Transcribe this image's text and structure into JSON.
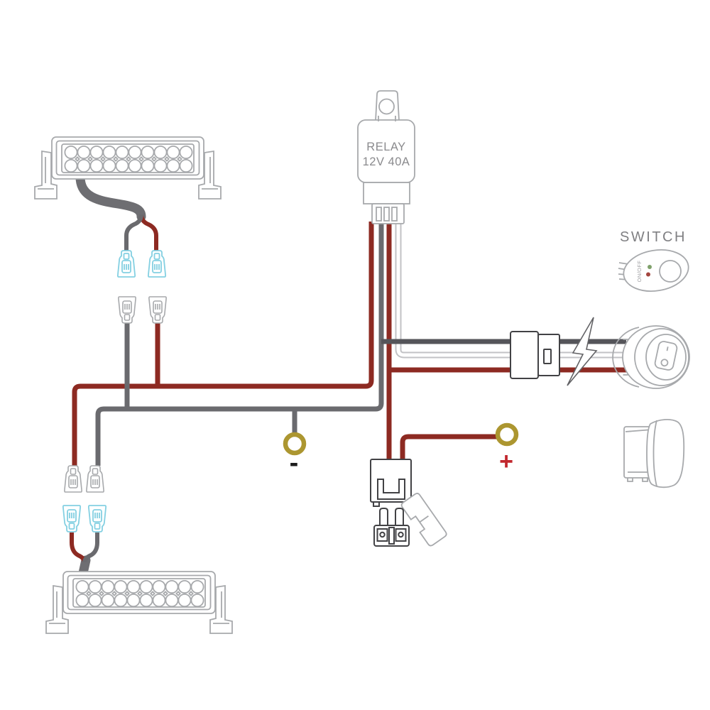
{
  "diagram": {
    "relay": {
      "label_line1": "RELAY",
      "label_line2": "12V 40A"
    },
    "switch": {
      "section_label": "SWITCH",
      "fob_label": "ON/OFF"
    },
    "battery": {
      "negative_label": "-",
      "positive_label": "+"
    }
  },
  "colors": {
    "wire_red": "#8d2a22",
    "wire_gray": "#6a6a6e",
    "wire_gray_dark": "#55555a",
    "wire_white_outline": "#c2c2c5",
    "thick_wire_gray": "#6e6e72",
    "connector_cyan": "#84d0e2",
    "outline_light": "#a7a9ac",
    "outline_dark": "#424245",
    "ring_gold": "#ac9630",
    "plus_red": "#c1272d",
    "minus_black": "#1c1c1c",
    "label_gray": "#8a8a8d",
    "led_green": "#7fa16b",
    "led_red": "#a4463f"
  }
}
